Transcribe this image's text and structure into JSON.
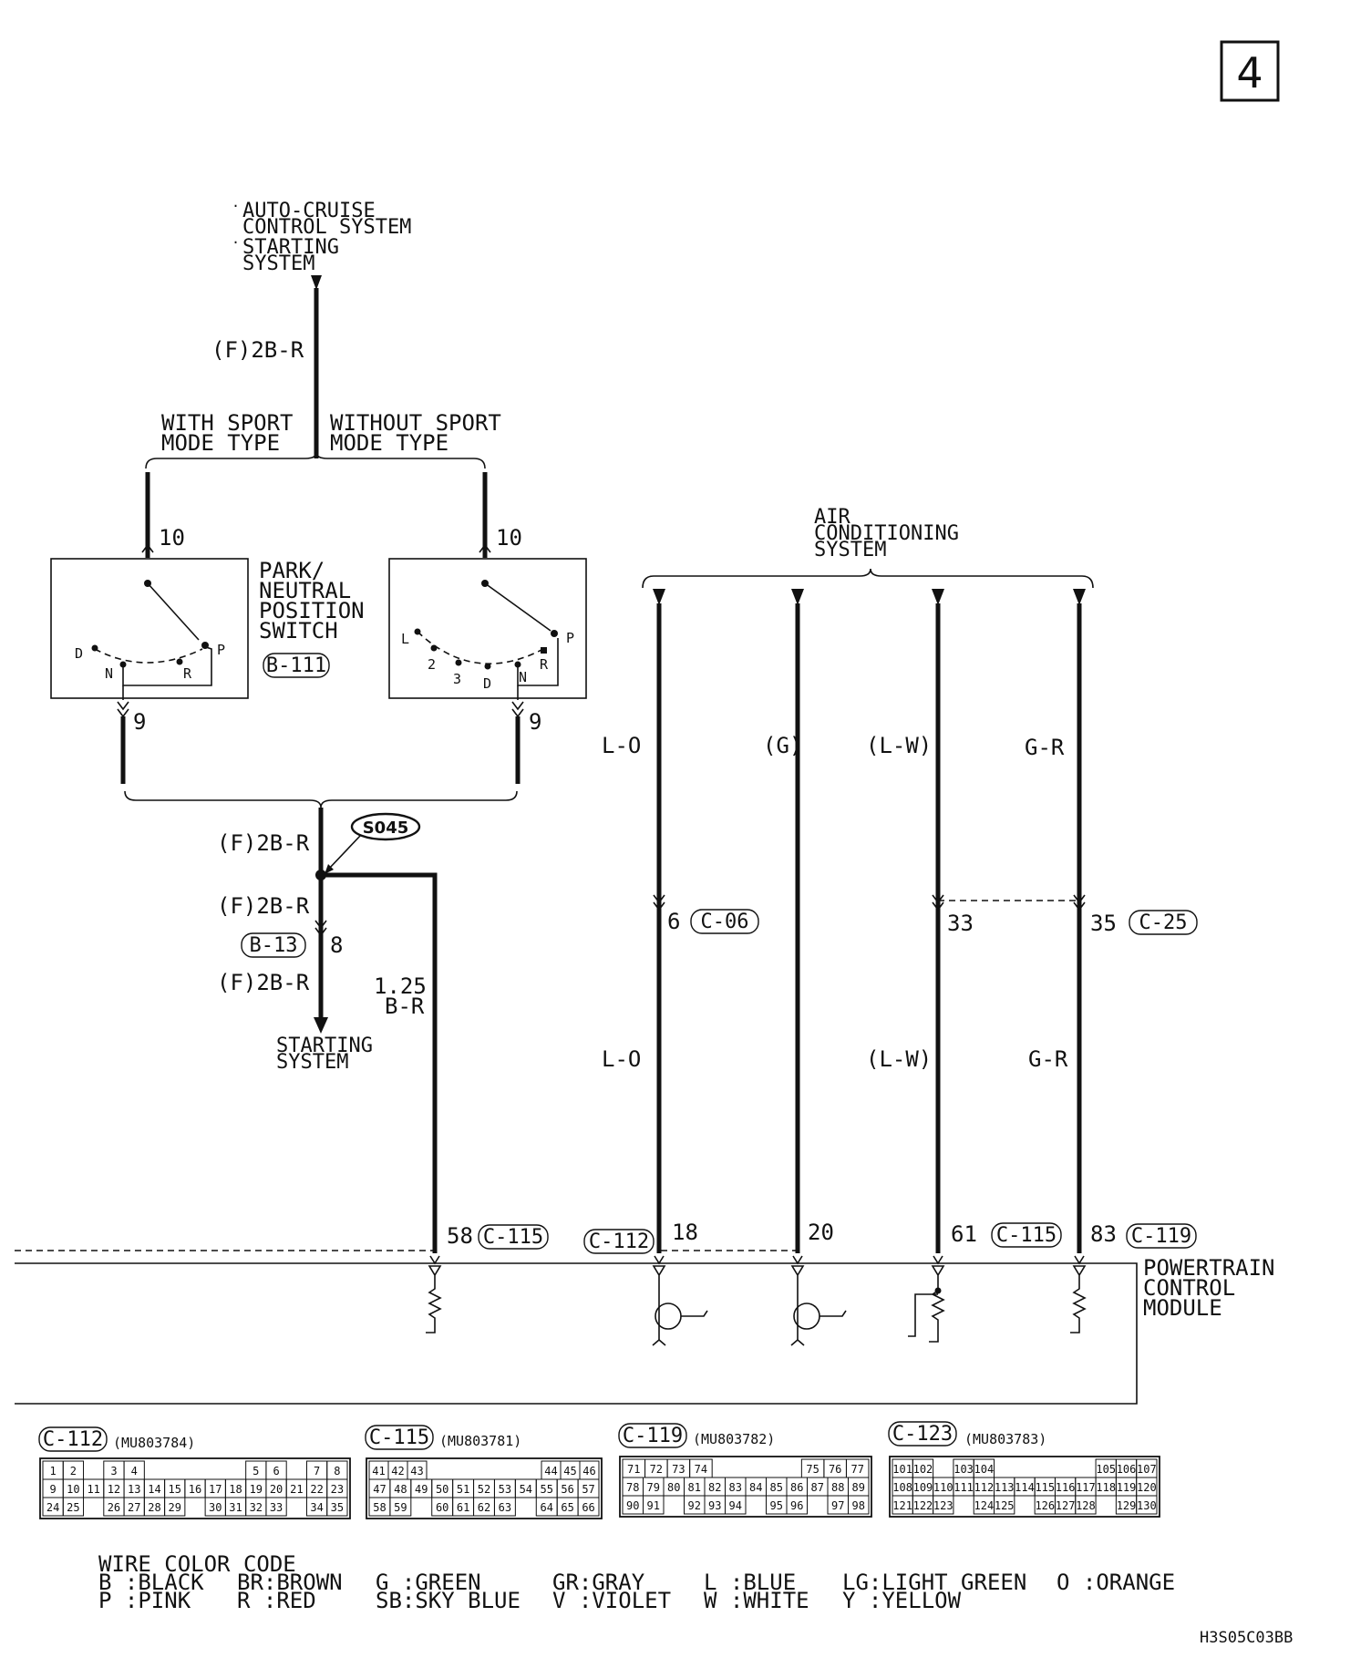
{
  "page_number": "4",
  "source_systems": {
    "line1_bullet": "·",
    "line1a": "AUTO-CRUISE",
    "line1b": "CONTROL SYSTEM",
    "line2a": "STARTING",
    "line2b": "SYSTEM"
  },
  "wire_top_label": "(F)2B-R",
  "with_sport_a": "WITH SPORT",
  "with_sport_b": "MODE TYPE",
  "without_sport_a": "WITHOUT SPORT",
  "without_sport_b": "MODE TYPE",
  "pin_10_left": "10",
  "pin_10_right": "10",
  "pin_9_left": "9",
  "pin_9_right": "9",
  "switch_name": [
    "PARK/",
    "NEUTRAL",
    "POSITION",
    "SWITCH"
  ],
  "switch_connector": "B-111",
  "left_switch_positions": {
    "d": "D",
    "n": "N",
    "r": "R",
    "p": "P"
  },
  "right_switch_positions": {
    "l": "L",
    "two": "2",
    "three": "3",
    "d": "D",
    "n": "N",
    "r": "R",
    "p": "P"
  },
  "splice": "S045",
  "wire_after_splice_1": "(F)2B-R",
  "wire_after_splice_2": "(F)2B-R",
  "wire_after_splice_3": "(F)2B-R",
  "connector_b13": "B-13",
  "pin_8": "8",
  "starting_system_a": "STARTING",
  "starting_system_b": "SYSTEM",
  "wire_125_a": "1.25",
  "wire_125_b": "B-R",
  "ac_system": [
    "AIR",
    "CONDITIONING",
    "SYSTEM"
  ],
  "ac_wires_top": {
    "w1": "L-O",
    "w2": "(G)",
    "w3": "(L-W)",
    "w4": "G-R"
  },
  "ac_wires_bottom": {
    "w1": "L-O",
    "w3": "(L-W)",
    "w4": "G-R"
  },
  "pin_6": "6",
  "connector_c06": "C-06",
  "pin_33": "33",
  "pin_35": "35",
  "connector_c25": "C-25",
  "pcm_pins": {
    "p58": "58",
    "c115a": "C-115",
    "c112": "C-112",
    "p18": "18",
    "p20": "20",
    "p61": "61",
    "c115b": "C-115",
    "p83": "83",
    "c119": "C-119"
  },
  "pcm_name": [
    "POWERTRAIN",
    "CONTROL",
    "MODULE"
  ],
  "connectors": [
    {
      "name": "C-112",
      "part": "(MU803784)",
      "rows": [
        [
          "1",
          "2",
          "",
          "3",
          "4",
          "",
          "",
          "",
          "",
          "",
          "5",
          "6",
          "",
          "7",
          "8"
        ],
        [
          "9",
          "10",
          "11",
          "12",
          "13",
          "14",
          "15",
          "16",
          "17",
          "18",
          "19",
          "20",
          "21",
          "22",
          "23"
        ],
        [
          "24",
          "25",
          "",
          "26",
          "27",
          "28",
          "29",
          "",
          "30",
          "31",
          "32",
          "33",
          "",
          "34",
          "35"
        ]
      ]
    },
    {
      "name": "C-115",
      "part": "(MU803781)",
      "rows": [
        [
          "41",
          "42",
          "43",
          "",
          "",
          "",
          "",
          "",
          "",
          "44",
          "45",
          "46"
        ],
        [
          "47",
          "48",
          "49",
          "50",
          "51",
          "52",
          "53",
          "54",
          "55",
          "56",
          "57"
        ],
        [
          "58",
          "59",
          "",
          "60",
          "61",
          "62",
          "63",
          "",
          "64",
          "65",
          "66"
        ]
      ]
    },
    {
      "name": "C-119",
      "part": "(MU803782)",
      "rows": [
        [
          "71",
          "72",
          "73",
          "74",
          "",
          "",
          "",
          "",
          "75",
          "76",
          "77"
        ],
        [
          "78",
          "79",
          "80",
          "81",
          "82",
          "83",
          "84",
          "85",
          "86",
          "87",
          "88",
          "89"
        ],
        [
          "90",
          "91",
          "",
          "92",
          "93",
          "94",
          "",
          "95",
          "96",
          "",
          "97",
          "98"
        ]
      ]
    },
    {
      "name": "C-123",
      "part": "(MU803783)",
      "rows": [
        [
          "101",
          "102",
          "",
          "103",
          "104",
          "",
          "",
          "",
          "",
          "",
          "105",
          "106",
          "107"
        ],
        [
          "108",
          "109",
          "110",
          "111",
          "112",
          "113",
          "114",
          "115",
          "116",
          "117",
          "118",
          "119",
          "120"
        ],
        [
          "121",
          "122",
          "123",
          "",
          "124",
          "125",
          "",
          "126",
          "127",
          "128",
          "",
          "129",
          "130"
        ]
      ]
    }
  ],
  "wire_color_code": {
    "title": "WIRE COLOR CODE",
    "row1": [
      "B :BLACK",
      "BR:BROWN",
      "G :GREEN",
      "GR:GRAY",
      "L :BLUE",
      "LG:LIGHT GREEN",
      "O :ORANGE"
    ],
    "row2": [
      "P :PINK",
      "R :RED",
      "SB:SKY BLUE",
      "V :VIOLET",
      "W :WHITE",
      "Y :YELLOW"
    ]
  },
  "figure_code": "H3S05C03BB"
}
